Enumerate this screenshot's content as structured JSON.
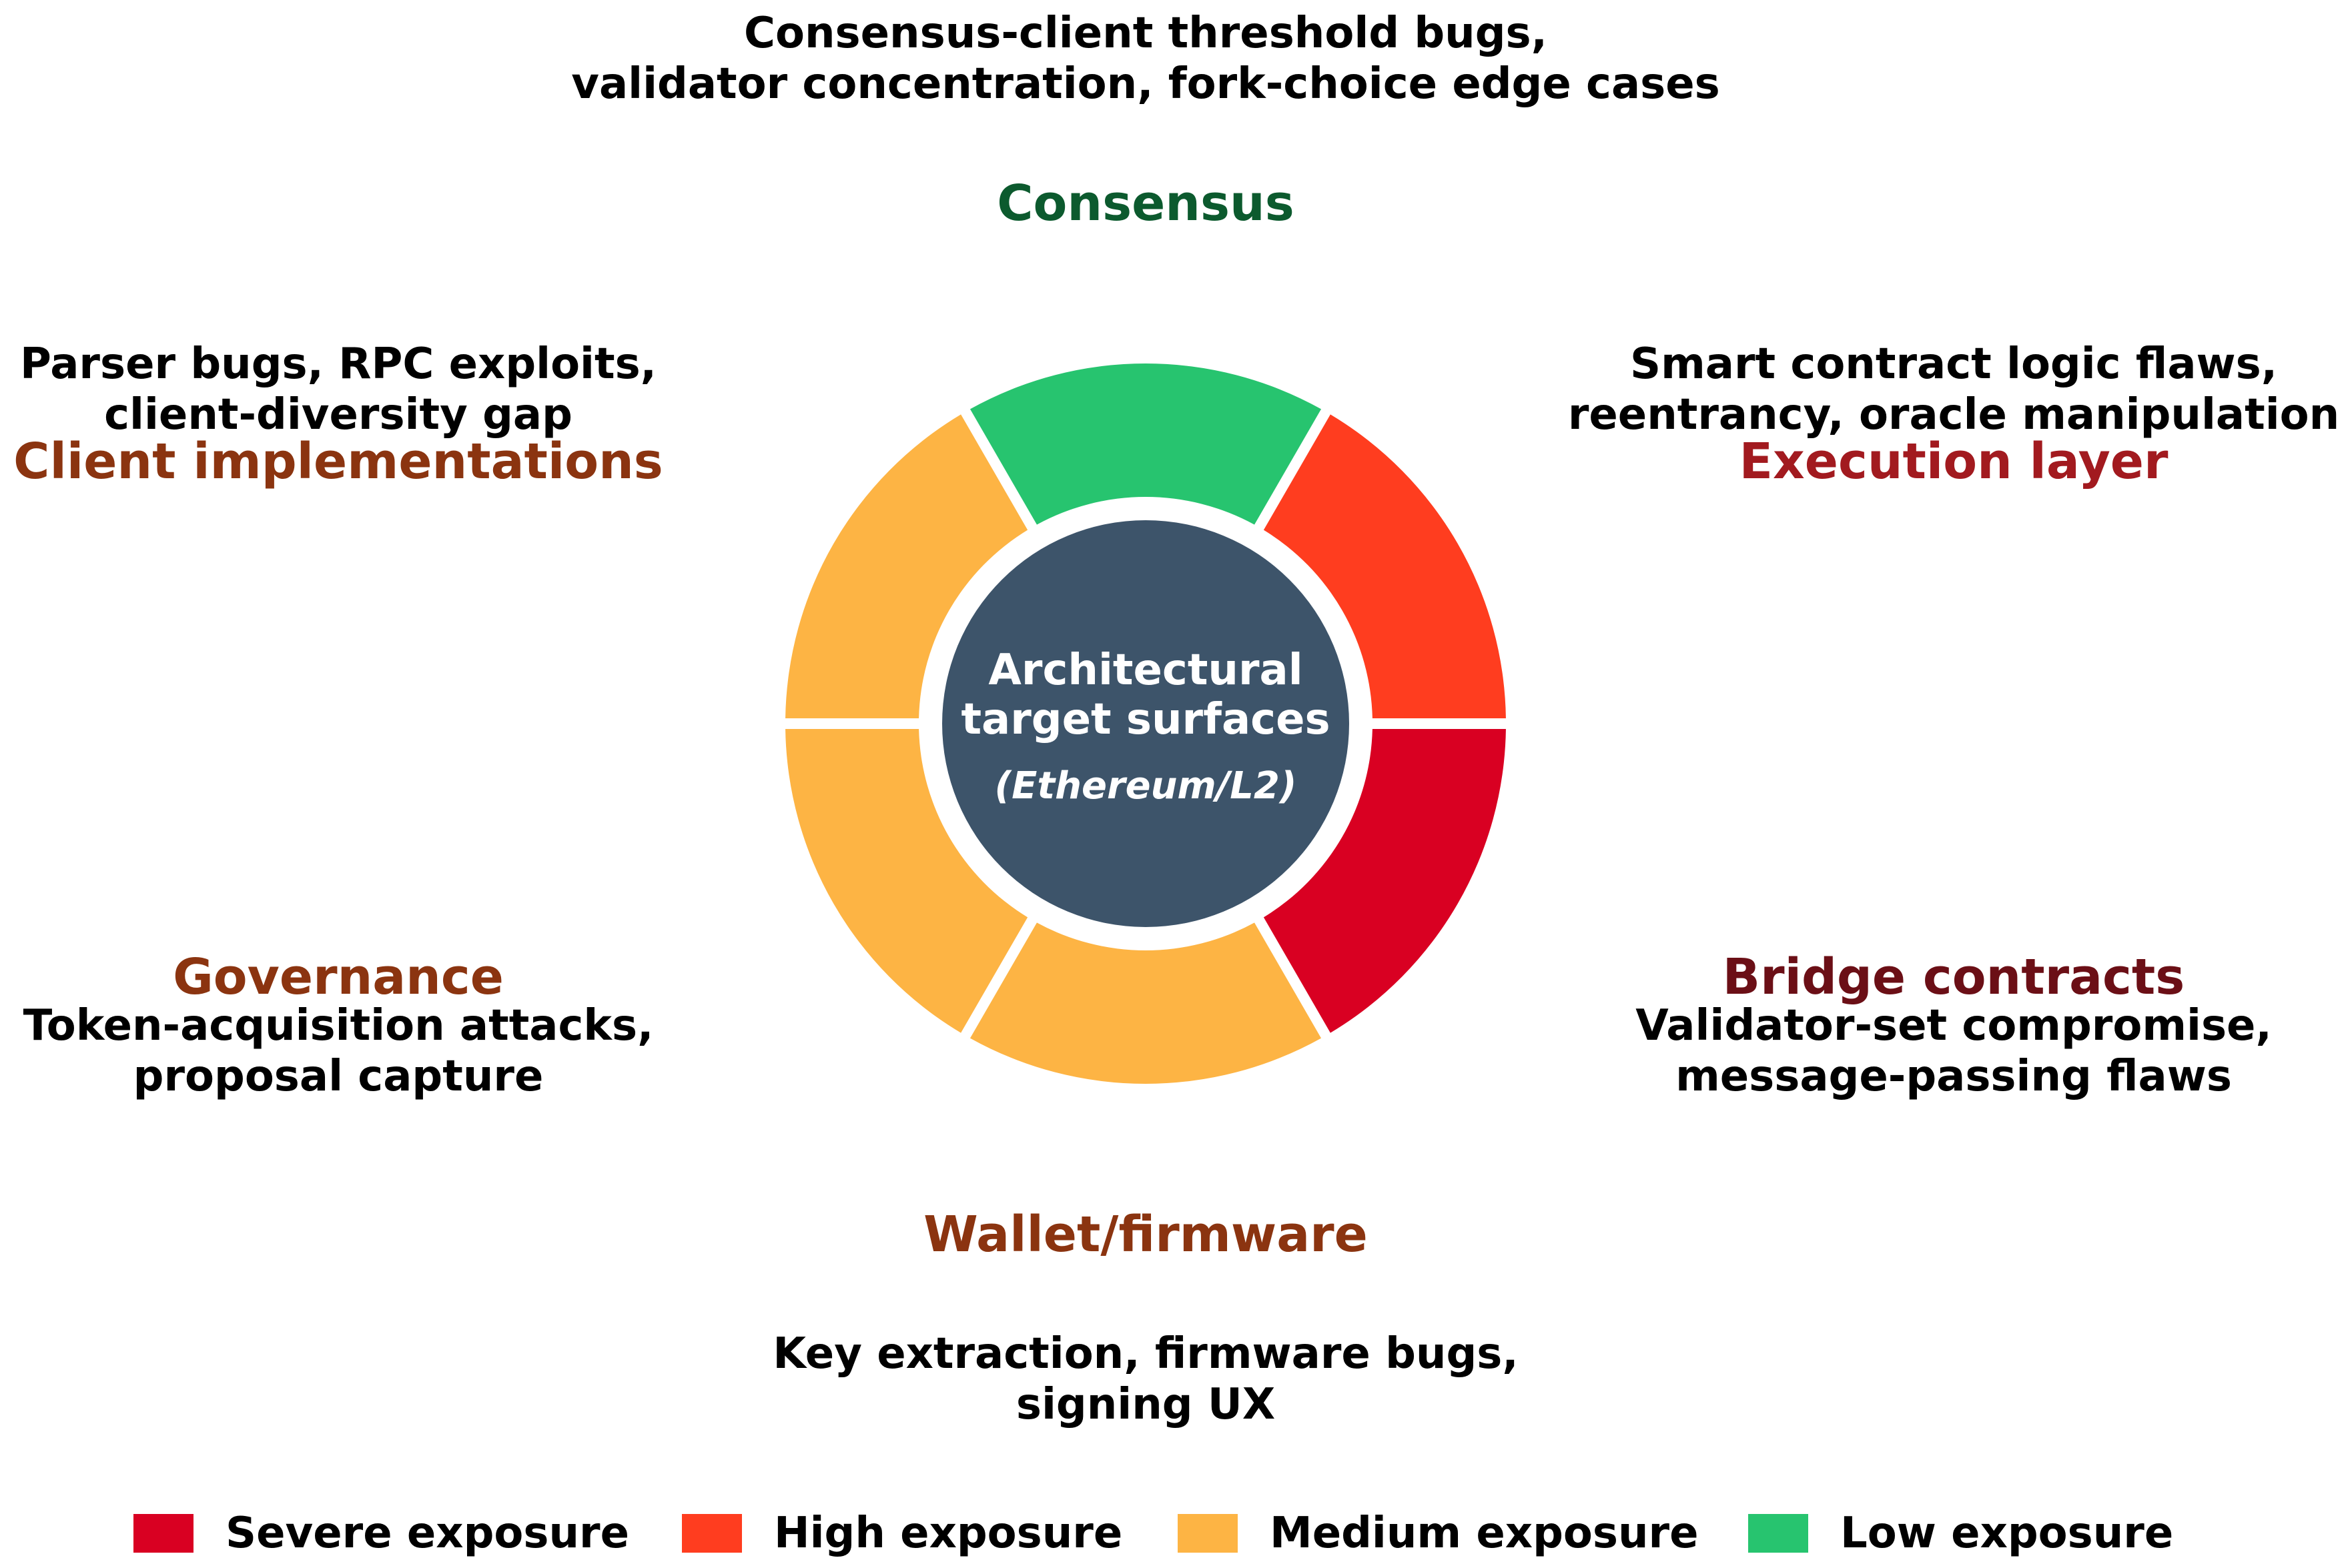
{
  "hub": {
    "line1": "Architectural",
    "line2": "target surfaces",
    "line3": "(Ethereum/L2)",
    "color": "#3d546a"
  },
  "segments": [
    {
      "name": "consensus",
      "exposure": "low",
      "color": "#27c46f"
    },
    {
      "name": "execution",
      "exposure": "high",
      "color": "#ff3d1f"
    },
    {
      "name": "bridge",
      "exposure": "severe",
      "color": "#d90022"
    },
    {
      "name": "wallet",
      "exposure": "medium",
      "color": "#fdb444"
    },
    {
      "name": "governance",
      "exposure": "medium",
      "color": "#fdb444"
    },
    {
      "name": "client",
      "exposure": "medium",
      "color": "#fdb444"
    }
  ],
  "surfaces": {
    "consensus": {
      "title": "Consensus",
      "title_color": "#0c5a2e",
      "desc_line1": "Consensus-client threshold bugs,",
      "desc_line2": "validator concentration, fork-choice edge cases"
    },
    "execution": {
      "title": "Execution layer",
      "title_color": "#a21a1f",
      "desc_line1": "Smart contract logic flaws,",
      "desc_line2": "reentrancy, oracle manipulation"
    },
    "bridge": {
      "title": "Bridge contracts",
      "title_color": "#6b0f16",
      "desc_line1": "Validator-set compromise,",
      "desc_line2": "message-passing flaws"
    },
    "wallet": {
      "title": "Wallet/firmware",
      "title_color": "#8b3410",
      "desc_line1": "Key extraction, firmware bugs,",
      "desc_line2": "signing UX"
    },
    "governance": {
      "title": "Governance",
      "title_color": "#8b3410",
      "desc_line1": "Token-acquisition attacks,",
      "desc_line2": "proposal capture"
    },
    "client": {
      "title": "Client implementations",
      "title_color": "#8b3410",
      "desc_line1": "Parser bugs, RPC exploits,",
      "desc_line2": "client-diversity gap"
    }
  },
  "legend": [
    {
      "label": "Severe exposure",
      "color": "#d90022"
    },
    {
      "label": "High exposure",
      "color": "#ff3d1f"
    },
    {
      "label": "Medium exposure",
      "color": "#fdb444"
    },
    {
      "label": "Low exposure",
      "color": "#27c46f"
    }
  ]
}
